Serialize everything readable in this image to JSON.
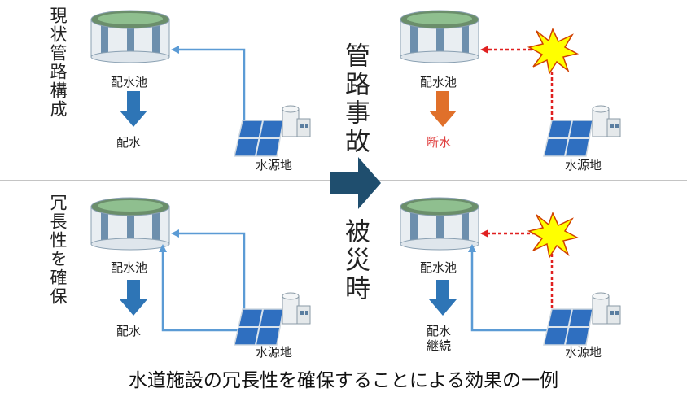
{
  "labels": {
    "current_config": "現状管路構成",
    "redundant": "冗長性を確保",
    "pipe_accident": "管路事故",
    "disaster": "被災時",
    "reservoir": "配水池",
    "distribution": "配水",
    "water_source": "水源地",
    "outage": "断水",
    "continued_line1": "配水",
    "continued_line2": "継続"
  },
  "caption": "水道施設の冗長性を確保することによる効果の一例",
  "colors": {
    "pipe": "#5b9bd5",
    "down_arrow_normal": "#2e75b6",
    "down_arrow_outage": "#e0702a",
    "outage_text": "#e04040",
    "broken_pipe": "#e02020",
    "big_arrow": "#1f4e6e",
    "divider": "#b0b0b0",
    "explosion_fill": "#ffff00",
    "explosion_stroke": "#d04000"
  },
  "icons": [
    "reservoir-tank-icon",
    "solar-panel-icon",
    "pump-house-icon",
    "explosion-icon",
    "down-arrow-icon",
    "right-arrow-icon"
  ]
}
